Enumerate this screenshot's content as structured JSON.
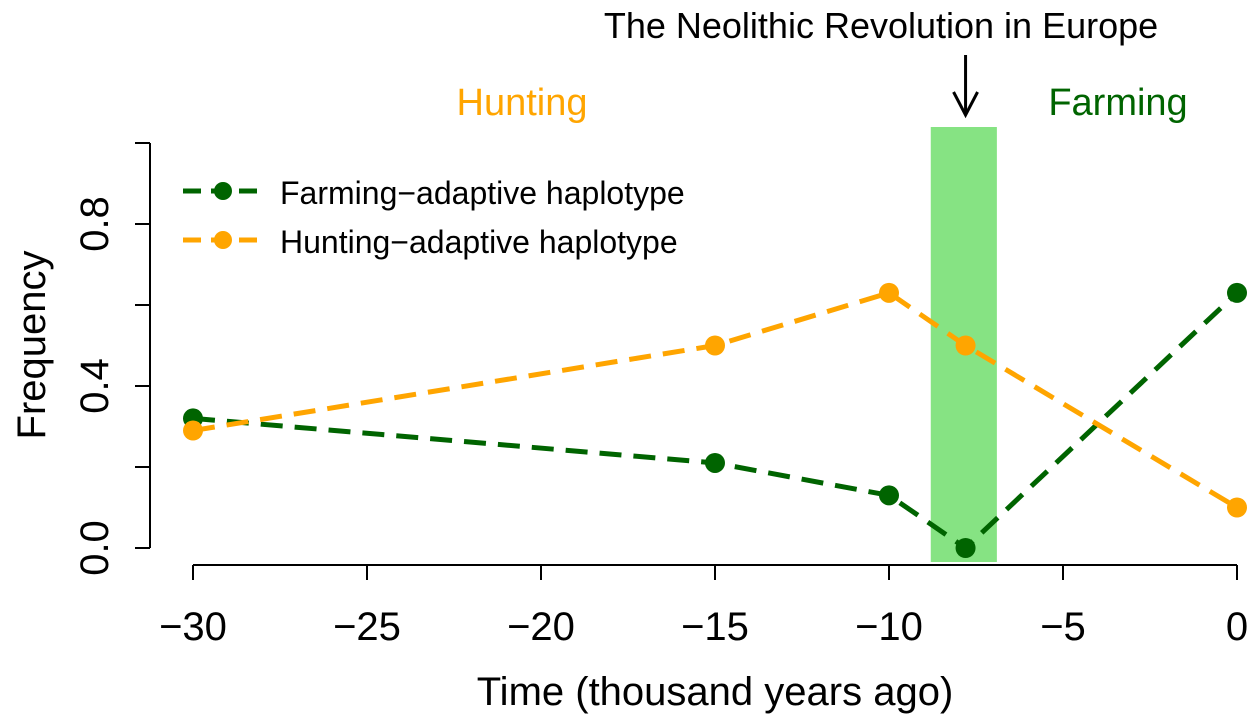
{
  "chart_data": {
    "type": "line",
    "title": "The Neolithic Revolution in Europe",
    "xlabel": "Time (thousand years ago)",
    "ylabel": "Frequency",
    "xlim": [
      -30,
      0
    ],
    "ylim": [
      0,
      1
    ],
    "x_ticks": [
      -30,
      -25,
      -20,
      -15,
      -10,
      -5,
      0
    ],
    "x_tick_labels": [
      "−30",
      "−25",
      "−20",
      "−15",
      "−10",
      "−5",
      "0"
    ],
    "y_ticks": [
      0,
      0.2,
      0.4,
      0.6,
      0.8,
      1.0
    ],
    "y_tick_labels": [
      {
        "value": 0,
        "label": "0.0"
      },
      {
        "value": 0.4,
        "label": "0.4"
      },
      {
        "value": 0.8,
        "label": "0.8"
      }
    ],
    "grid": false,
    "legend_position": "top-left",
    "series": [
      {
        "name": "Farming−adaptive haplotype",
        "color": "#006400",
        "x": [
          -30,
          -15,
          -10,
          -7.8,
          0
        ],
        "values": [
          0.32,
          0.21,
          0.13,
          0.0,
          0.63
        ]
      },
      {
        "name": "Hunting−adaptive haplotype",
        "color": "#FFA500",
        "x": [
          -30,
          -15,
          -10,
          -7.8,
          0
        ],
        "values": [
          0.29,
          0.5,
          0.63,
          0.5,
          0.1
        ]
      }
    ],
    "band": {
      "x_range": [
        -8.8,
        -6.9
      ],
      "color": "#86E383"
    },
    "annotations": {
      "hunting_label": "Hunting",
      "farming_label": "Farming",
      "hunting_color": "#FFA500",
      "farming_color": "#006400",
      "arrow_x": -7.8
    }
  }
}
